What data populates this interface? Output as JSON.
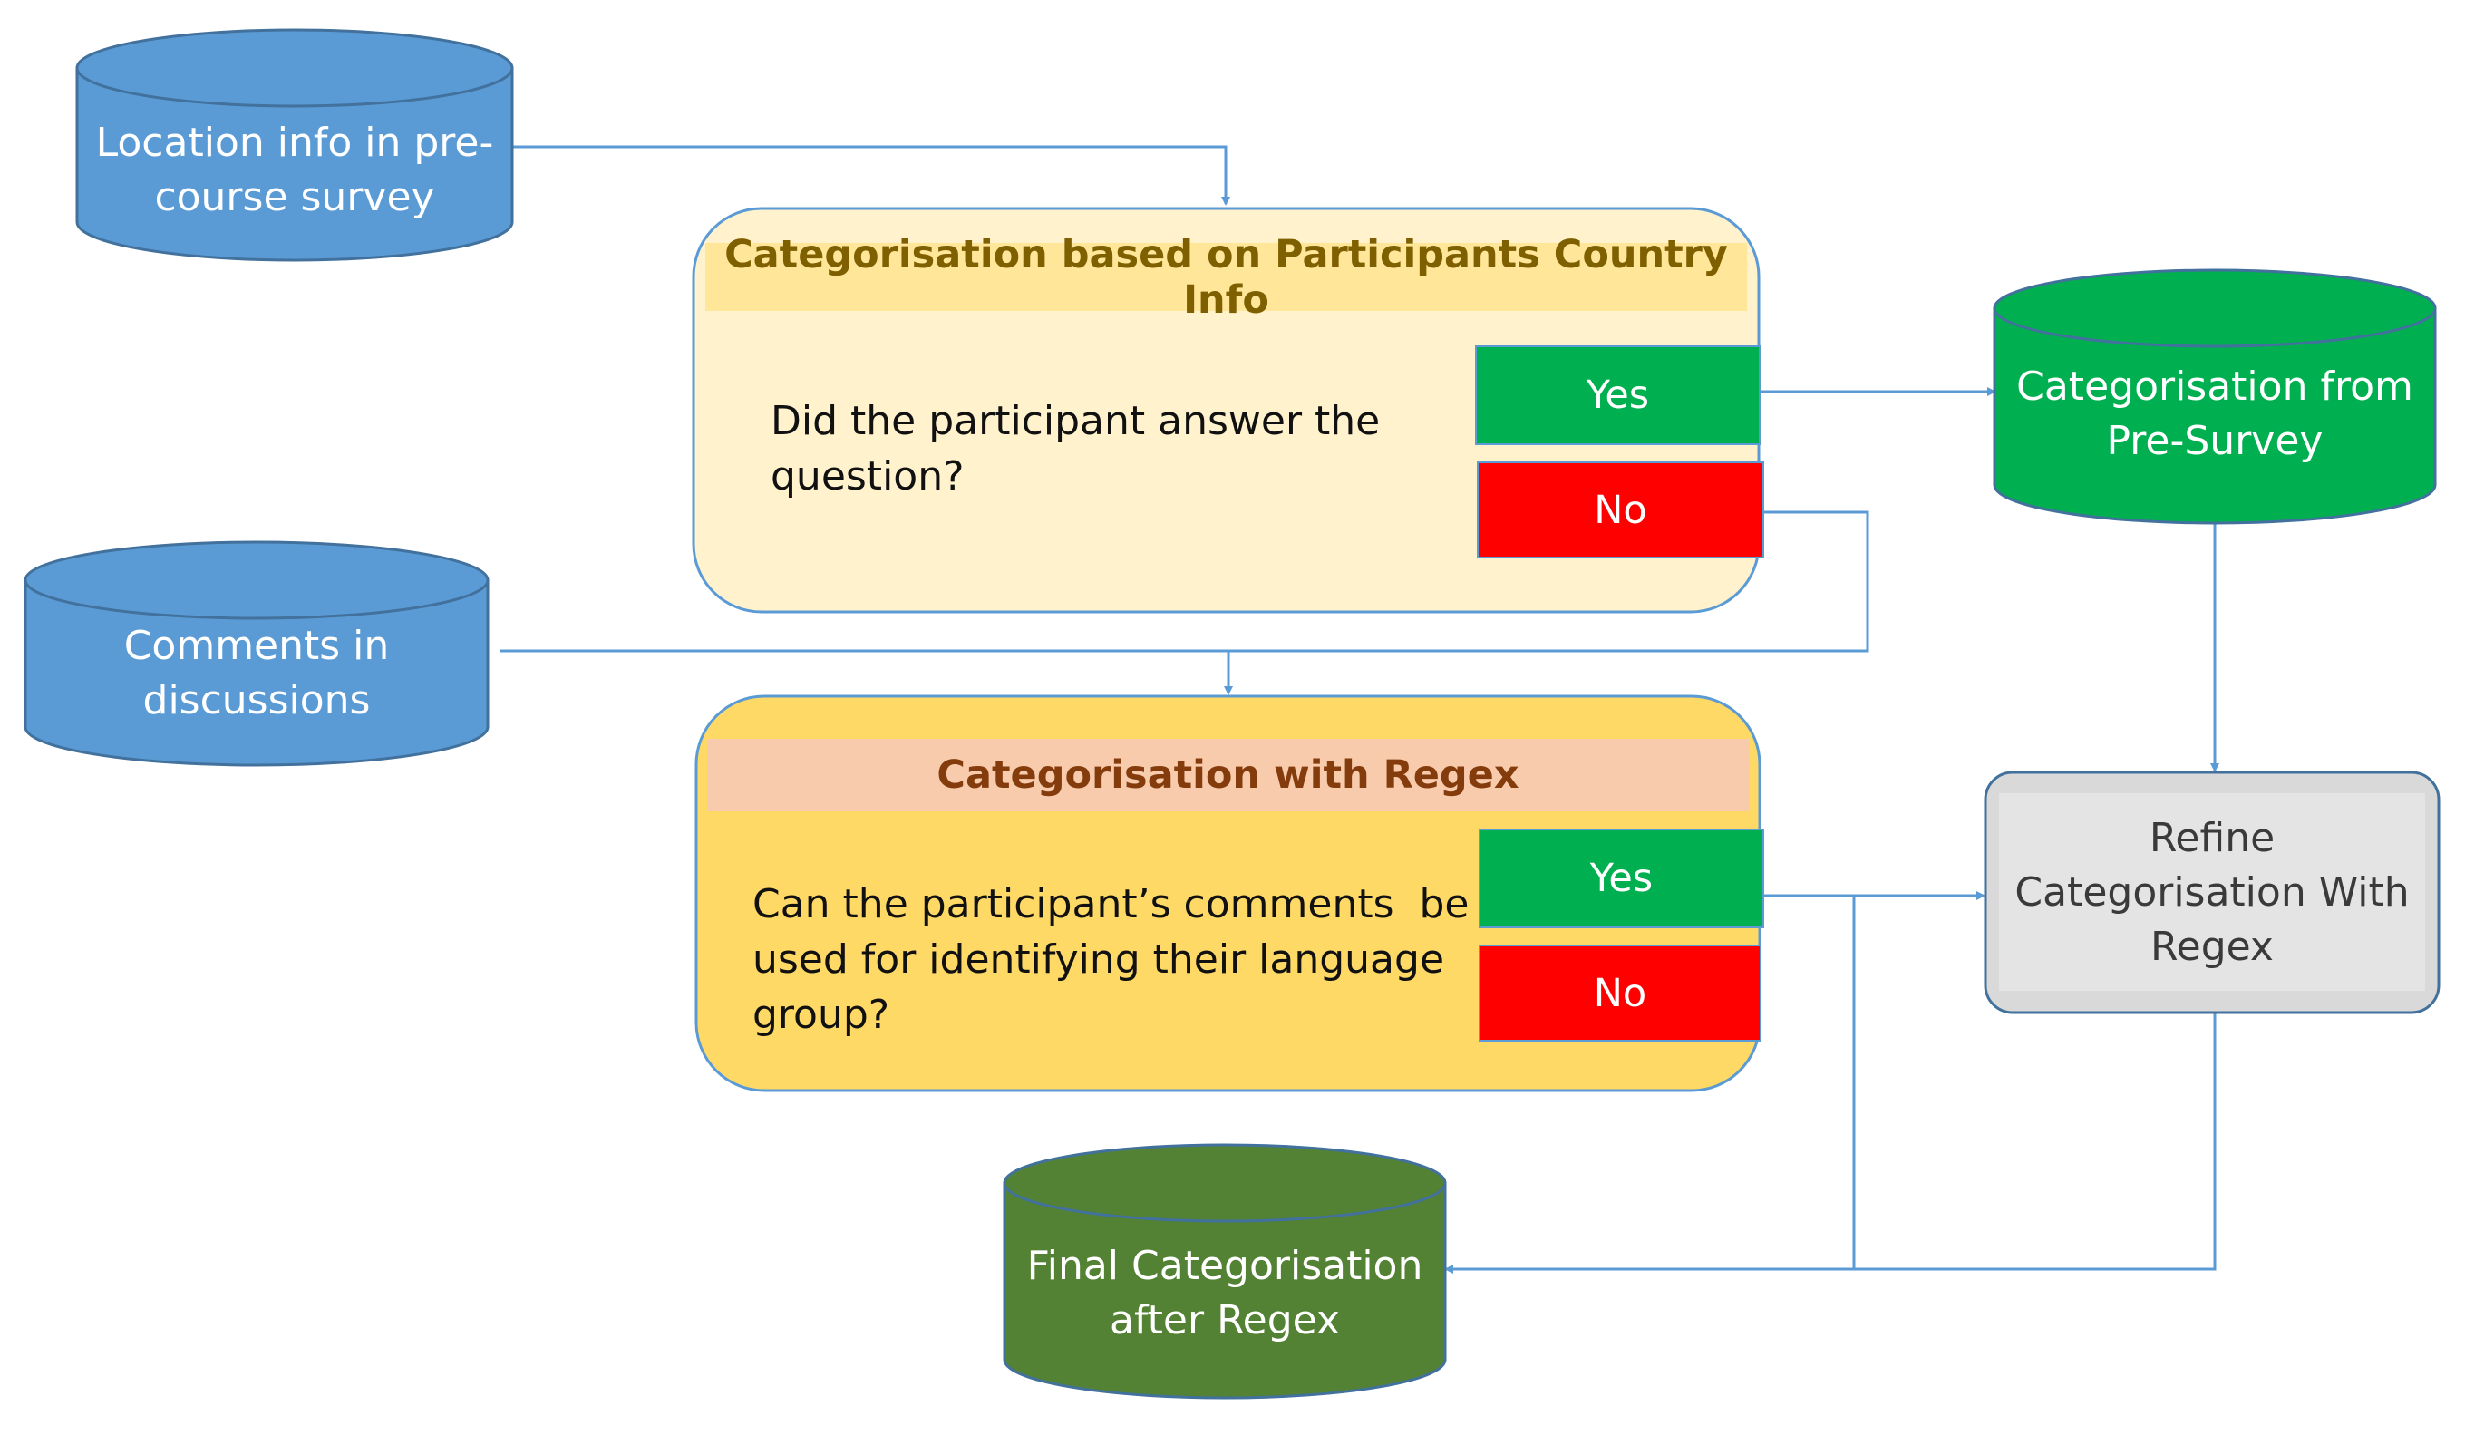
{
  "nodes": {
    "location_db": {
      "label_line1": "Location info in pre-",
      "label_line2": "course survey"
    },
    "comments_db": {
      "label_line1": "Comments in",
      "label_line2": "discussions"
    },
    "presurvey_db": {
      "label_line1": "Categorisation from",
      "label_line2": "Pre-Survey"
    },
    "final_db": {
      "label_line1": "Final Categorisation",
      "label_line2": "after Regex"
    },
    "refine_box": {
      "label_line1": "Refine",
      "label_line2": "Categorisation With",
      "label_line3": "Regex"
    }
  },
  "country_block": {
    "title": "Categorisation based on Participants Country Info",
    "question_line1": "Did the participant answer the",
    "question_line2": "question?",
    "yes_label": "Yes",
    "no_label": "No"
  },
  "regex_block": {
    "title": "Categorisation with Regex",
    "question_line1": "Can the participant’s comments  be",
    "question_line2": "used for identifying their language",
    "question_line3": "group?",
    "yes_label": "Yes",
    "no_label": "No"
  },
  "colors": {
    "db_blue": "#5b9bd5",
    "db_blue_edge": "#41719c",
    "db_green": "#00b050",
    "db_dark_green": "#548235",
    "yes_green": "#00b050",
    "no_red": "#ff0000",
    "block1_fill": "#fff2cc",
    "block1_header": "#ffe699",
    "block2_fill": "#ffd966",
    "block2_header": "#f8cbad",
    "title1_color": "#7f6000",
    "title2_color": "#843c0c",
    "connector": "#5b9bd5",
    "refine_fill": "#d9d9d9"
  }
}
